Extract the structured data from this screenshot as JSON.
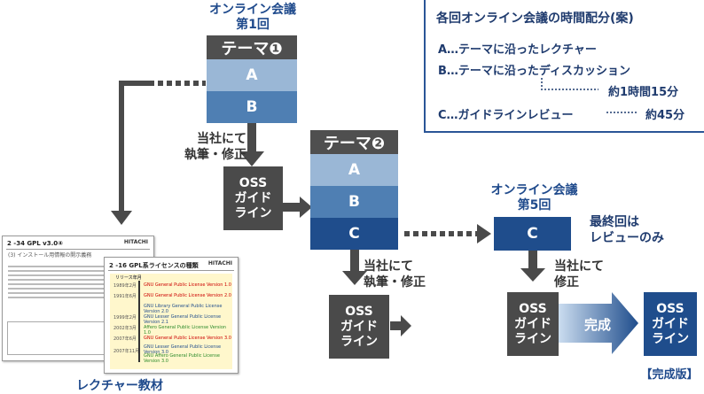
{
  "session1": {
    "title_line1": "オンライン会議",
    "title_line2": "第1回",
    "theme_label": "テーマ❶",
    "block_a": "A",
    "block_b": "B"
  },
  "step1": {
    "line1": "当社にて",
    "line2": "執筆・修正"
  },
  "draft1": {
    "line1": "OSS",
    "line2": "ガイド",
    "line3": "ライン"
  },
  "session2": {
    "theme_label": "テーマ❷",
    "block_a": "A",
    "block_b": "B",
    "block_c": "C"
  },
  "step2": {
    "line1": "当社にて",
    "line2": "執筆・修正"
  },
  "draft2": {
    "line1": "OSS",
    "line2": "ガイド",
    "line3": "ライン"
  },
  "session5": {
    "title_line1": "オンライン会議",
    "title_line2": "第5回",
    "block_c": "C",
    "note_line1": "最終回は",
    "note_line2": "レビューのみ"
  },
  "step3": {
    "line1": "当社にて",
    "line2": "修正"
  },
  "draft3": {
    "line1": "OSS",
    "line2": "ガイド",
    "line3": "ライン"
  },
  "complete_arrow": "完成",
  "final_doc": {
    "line1": "OSS",
    "line2": "ガイド",
    "line3": "ライン",
    "caption": "【完成版】"
  },
  "legend": {
    "title": "各回オンライン会議の時間配分(案)",
    "line_a": "A…テーマに沿ったレクチャー",
    "line_b": "B…テーマに沿ったディスカッション",
    "line_b_time": "約1時間15分",
    "line_c": "C…ガイドラインレビュー",
    "line_c_time": "約45分"
  },
  "lecture": {
    "caption": "レクチャー教材",
    "paper1_title": "2 -34 GPL v3.0④",
    "paper1_heading": "(3) インストール用情報の開示義務",
    "paper2_title": "2 -16 GPL系ライセンスの種類",
    "paper2_header": "リリース年月",
    "logo": "HITACHI",
    "years": [
      "1989年2月",
      "1991年6月",
      "1999年2月",
      "2002年3月",
      "2007年6月",
      "2007年11月"
    ],
    "licenses": [
      "GNU General Public License Version 1.0",
      "GNU General Public License Version 2.0",
      "GNU Library General Public License Version 2.0",
      "GNU Lesser General Public License Version 2.1",
      "Affero General Public License Version 1.0",
      "GNU General Public License Version 3.0",
      "GNU Lesser General Public License Version 3.0",
      "GNU Affero General Public License Version 3.0"
    ]
  }
}
